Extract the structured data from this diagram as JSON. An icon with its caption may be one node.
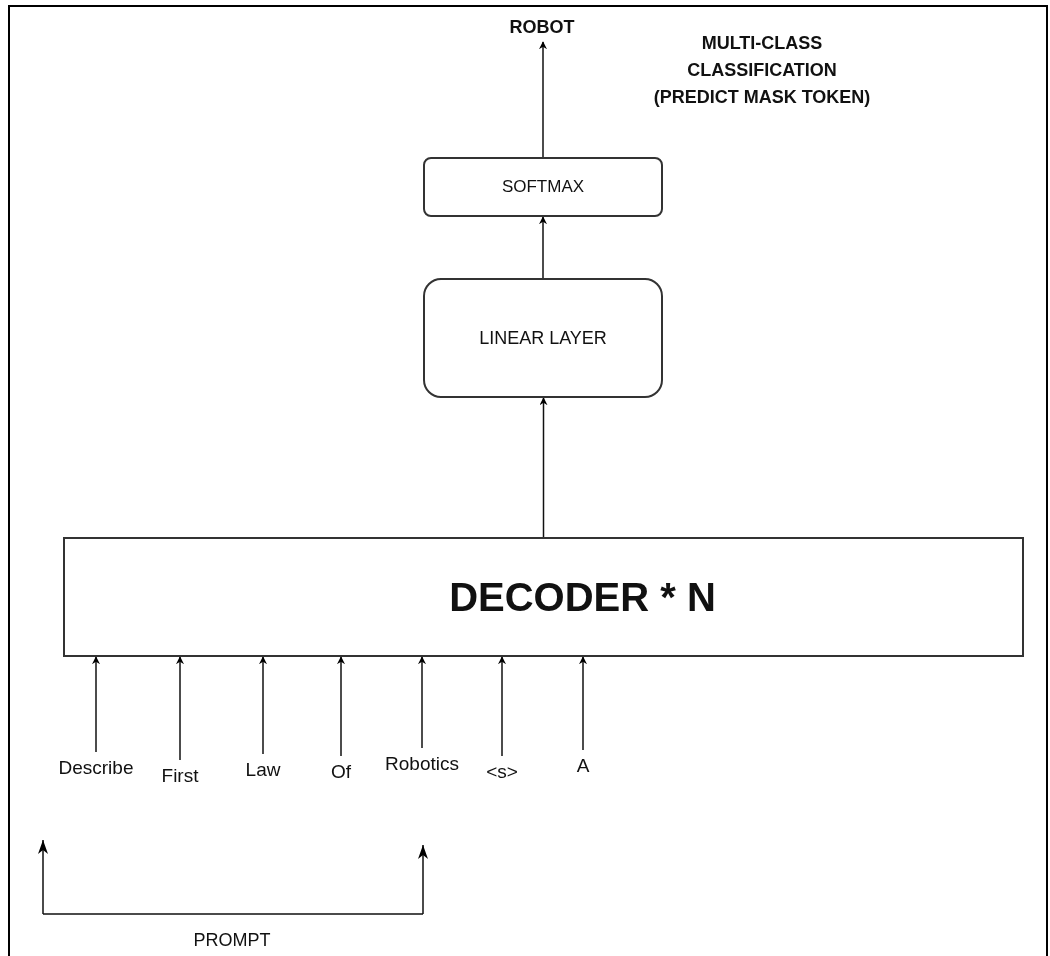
{
  "diagram": {
    "nodes": [
      {
        "text": [
          "ROBOT"
        ]
      },
      {
        "text": [
          "SOFTMAX"
        ]
      },
      {
        "text": [
          "LINEAR LAYER"
        ]
      },
      {
        "text": [
          "DECODER * N"
        ]
      },
      {
        "text": [
          "Describe"
        ]
      },
      {
        "text": [
          "First"
        ]
      },
      {
        "text": [
          "Law"
        ]
      },
      {
        "text": [
          "Of"
        ]
      },
      {
        "text": [
          "Robotics"
        ]
      },
      {
        "text": [
          "<s>"
        ]
      },
      {
        "text": [
          "A"
        ]
      }
    ],
    "edges": [
      {
        "from": 1,
        "to": 0,
        "arrow": "to"
      },
      {
        "from": 2,
        "to": 1,
        "arrow": "to"
      },
      {
        "from": 3,
        "to": 2,
        "arrow": "to"
      },
      {
        "from": 4,
        "to": 3,
        "arrow": "to"
      },
      {
        "from": 5,
        "to": 3,
        "arrow": "to"
      },
      {
        "from": 6,
        "to": 3,
        "arrow": "to"
      },
      {
        "from": 7,
        "to": 3,
        "arrow": "to"
      },
      {
        "from": 8,
        "to": 3,
        "arrow": "to"
      },
      {
        "from": 9,
        "to": 3,
        "arrow": "to"
      },
      {
        "from": 10,
        "to": 3,
        "arrow": "to"
      }
    ],
    "labels": [
      "MULTI-CLASS CLASSIFICATION (PREDICT MASK TOKEN)",
      "PROMPT"
    ]
  }
}
